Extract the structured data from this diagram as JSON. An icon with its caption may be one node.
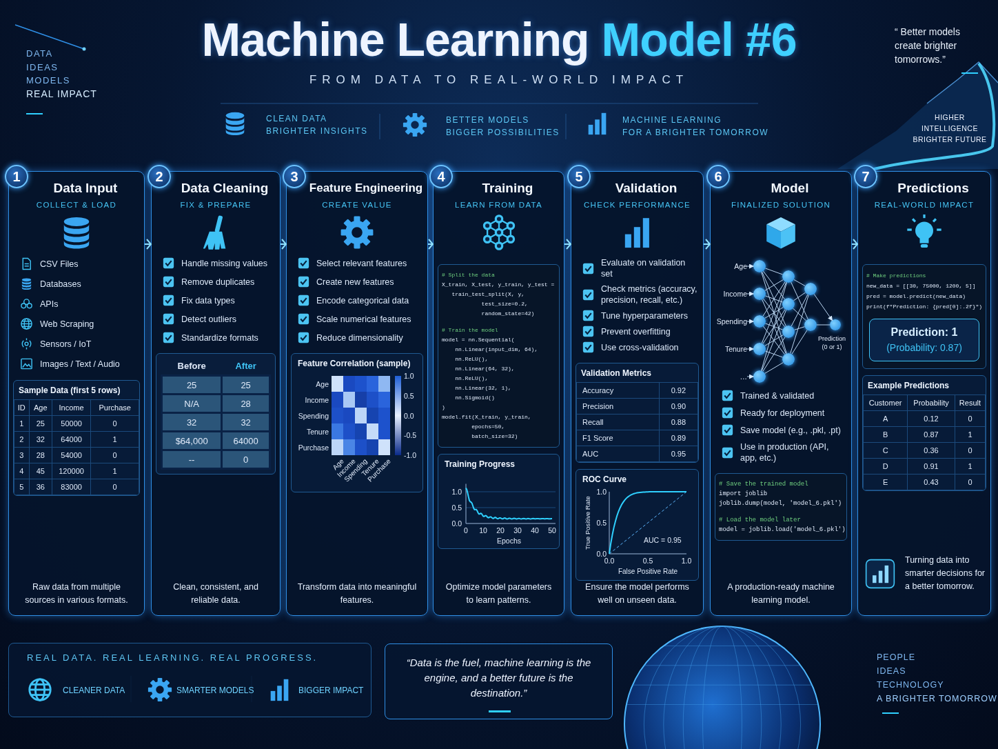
{
  "diagram": {
    "title": "Machine Learning Model #6",
    "nodes": [
      {
        "text": [
          "1",
          "Data Input",
          "COLLECT & LOAD",
          "CSV Files",
          "Databases",
          "APIs",
          "Web Scraping",
          "Sensors / IoT",
          "Images / Text / Audio",
          "Raw data from multiple sources in various formats."
        ]
      },
      {
        "text": [
          "Sample Data (first 5 rows)",
          "ID",
          "Age",
          "Income",
          "Purchase",
          "1",
          "25",
          "50000",
          "0",
          "2",
          "32",
          "64000",
          "1",
          "3",
          "28",
          "54000",
          "0",
          "4",
          "45",
          "120000",
          "1",
          "5",
          "36",
          "83000",
          "0"
        ],
        "in": 0
      },
      {
        "text": [
          "2",
          "Data Cleaning",
          "FIX & PREPARE",
          "Handle missing values",
          "Remove duplicates",
          "Fix data types",
          "Detect outliers",
          "Standardize formats",
          "Clean, consistent, and reliable data."
        ]
      },
      {
        "text": [
          "Before",
          "After",
          "25",
          "25",
          "N/A",
          "28",
          "32",
          "32",
          "$64,000",
          "64000",
          "--",
          "0"
        ],
        "in": 2
      },
      {
        "text": [
          "3",
          "Feature Engineering",
          "CREATE VALUE",
          "Select relevant features",
          "Create new features",
          "Encode categorical data",
          "Scale numerical features",
          "Reduce dimensionality",
          "Transform data into meaningful features."
        ]
      },
      {
        "text": [
          "Feature Correlation (sample)",
          "Age",
          "Income",
          "Spending",
          "Tenure",
          "Purchase",
          "1.0",
          "0.5",
          "0.0",
          "-0.5",
          "-1.0",
          "Age",
          "Income",
          "Spending",
          "Tenure",
          "Purchase"
        ],
        "in": 4
      },
      {
        "text": [
          "4",
          "Training",
          "LEARN FROM DATA",
          "Optimize model parameters to learn patterns."
        ]
      },
      {
        "text": [
          "# Split the data",
          "X_train, X_test, y_train, y_test =",
          "   train_test_split(X, y,",
          "            test_size=0.2,",
          "            random_state=42)",
          "# Train the model",
          "model = nn.Sequential(",
          "    nn.Linear(input_dim, 64),",
          "    nn.ReLU(),",
          "    nn.Linear(64, 32),",
          "    nn.ReLU(),",
          "    nn.Linear(32, 1),",
          "    nn.Sigmoid()",
          ")",
          "model.fit(X_train, y_train,",
          "         epochs=50,",
          "         batch_size=32)"
        ],
        "in": 6
      },
      {
        "text": [
          "Training Progress",
          "1.0",
          "0.5",
          "0.0",
          "0",
          "10",
          "20",
          "30",
          "40",
          "50",
          "Epochs"
        ],
        "in": 6
      },
      {
        "text": [
          "5",
          "Validation",
          "CHECK PERFORMANCE",
          "Evaluate on validation set",
          "Check metrics (accuracy, precision, recall, etc.)",
          "Tune hyperparameters",
          "Prevent overfitting",
          "Use cross-validation",
          "Ensure the model performs well on unseen data."
        ]
      },
      {
        "text": [
          "Validation Metrics",
          "Accuracy",
          "0.92",
          "Precision",
          "0.90",
          "Recall",
          "0.88",
          "F1 Score",
          "0.89",
          "AUC",
          "0.95"
        ],
        "in": 9
      },
      {
        "text": [
          "ROC Curve",
          "1.0",
          "0.5",
          "0.0",
          "True Positive Rate",
          "AUC = 0.95",
          "0.0",
          "0.5",
          "1.0",
          "False Positive Rate"
        ],
        "in": 9
      },
      {
        "text": [
          "6",
          "Model",
          "FINALIZED SOLUTION",
          "Trained & validated",
          "Ready for deployment",
          "Save model (e.g., .pkl, .pt)",
          "Use in production (API, app, etc.)",
          "A production-ready machine learning model."
        ]
      },
      {
        "text": [
          "Age"
        ],
        "in": 12
      },
      {
        "text": [
          "Income"
        ],
        "in": 12
      },
      {
        "text": [
          "Spending"
        ],
        "in": 12
      },
      {
        "text": [
          "Tenure"
        ],
        "in": 12
      },
      {
        "text": [
          "…"
        ],
        "in": 12
      },
      {
        "text": [],
        "shape": "circle",
        "in": 12
      },
      {
        "text": [],
        "shape": "circle",
        "in": 12
      },
      {
        "text": [],
        "shape": "circle",
        "in": 12
      },
      {
        "text": [],
        "shape": "circle",
        "in": 12
      },
      {
        "text": [],
        "shape": "circle",
        "in": 12
      },
      {
        "text": [],
        "shape": "circle",
        "in": 12
      },
      {
        "text": [],
        "shape": "circle",
        "in": 12
      },
      {
        "text": [],
        "shape": "circle",
        "in": 12
      },
      {
        "text": [],
        "shape": "circle",
        "in": 12
      },
      {
        "text": [],
        "shape": "circle",
        "in": 12
      },
      {
        "text": [],
        "shape": "circle",
        "in": 12
      },
      {
        "text": [],
        "shape": "circle",
        "in": 12,
        "beside": [
          "Prediction (0 or 1)"
        ]
      },
      {
        "text": [
          "# Save the trained model",
          "import joblib",
          "joblib.dump(model, 'model_6.pkl')",
          "# Load the model later",
          "model = joblib.load('model_6.pkl')"
        ],
        "in": 12
      },
      {
        "text": [
          "7",
          "Predictions",
          "REAL-WORLD IMPACT",
          "Turning data into smarter decisions for a better tomorrow."
        ]
      },
      {
        "text": [
          "# Make predictions",
          "new_data = [[30, 75000, 1200, 5]]",
          "pred = model.predict(new_data)",
          "print(f\"Prediction: {pred[0]:.2f}\")"
        ],
        "in": 31
      },
      {
        "text": [
          "Prediction: 1",
          "(Probability: 0.87)"
        ],
        "in": 32
      },
      {
        "text": [
          "Example Predictions",
          "Customer",
          "Probability",
          "Result",
          "A",
          "0.12",
          "0",
          "B",
          "0.87",
          "1",
          "C",
          "0.36",
          "0",
          "D",
          "0.91",
          "1",
          "E",
          "0.43",
          "0"
        ],
        "in": 31
      },
      {
        "text": [
          "REAL DATA. REAL LEARNING. REAL PROGRESS.",
          "CLEANER DATA",
          "SMARTER MODELS",
          "BIGGER IMPACT"
        ]
      },
      {
        "text": [
          "“Data is the fuel, machine learning is the engine, and a better future is the destination.”"
        ]
      }
    ],
    "edges": [
      {
        "from": 0,
        "to": 2,
        "arrow": "to"
      },
      {
        "from": 2,
        "to": 4,
        "arrow": "to"
      },
      {
        "from": 4,
        "to": 6,
        "arrow": "to"
      },
      {
        "from": 6,
        "to": 9,
        "arrow": "to"
      },
      {
        "from": 9,
        "to": 12,
        "arrow": "to"
      },
      {
        "from": 12,
        "to": 31,
        "arrow": "to"
      },
      {
        "from": 13,
        "to": 18,
        "arrow": "to"
      },
      {
        "from": 14,
        "to": 19,
        "arrow": "to"
      },
      {
        "from": 15,
        "to": 20,
        "arrow": "to"
      },
      {
        "from": 16,
        "to": 21,
        "arrow": "to"
      },
      {
        "from": 17,
        "to": 22,
        "arrow": "to"
      },
      {
        "from": 18,
        "to": 23,
        "arrow": "none"
      },
      {
        "from": 18,
        "to": 24,
        "arrow": "none"
      },
      {
        "from": 18,
        "to": 25,
        "arrow": "none"
      },
      {
        "from": 18,
        "to": 26,
        "arrow": "none"
      },
      {
        "from": 19,
        "to": 23,
        "arrow": "none"
      },
      {
        "from": 19,
        "to": 24,
        "arrow": "none"
      },
      {
        "from": 19,
        "to": 25,
        "arrow": "none"
      },
      {
        "from": 19,
        "to": 26,
        "arrow": "none"
      },
      {
        "from": 20,
        "to": 23,
        "arrow": "none"
      },
      {
        "from": 20,
        "to": 24,
        "arrow": "none"
      },
      {
        "from": 20,
        "to": 25,
        "arrow": "none"
      },
      {
        "from": 20,
        "to": 26,
        "arrow": "none"
      },
      {
        "from": 21,
        "to": 23,
        "arrow": "none"
      },
      {
        "from": 21,
        "to": 24,
        "arrow": "none"
      },
      {
        "from": 21,
        "to": 25,
        "arrow": "none"
      },
      {
        "from": 21,
        "to": 26,
        "arrow": "none"
      },
      {
        "from": 22,
        "to": 23,
        "arrow": "none"
      },
      {
        "from": 22,
        "to": 24,
        "arrow": "none"
      },
      {
        "from": 22,
        "to": 25,
        "arrow": "none"
      },
      {
        "from": 22,
        "to": 26,
        "arrow": "none"
      },
      {
        "from": 23,
        "to": 27,
        "arrow": "none"
      },
      {
        "from": 23,
        "to": 28,
        "arrow": "none"
      },
      {
        "from": 24,
        "to": 27,
        "arrow": "none"
      },
      {
        "from": 24,
        "to": 28,
        "arrow": "none"
      },
      {
        "from": 25,
        "to": 27,
        "arrow": "none"
      },
      {
        "from": 25,
        "to": 28,
        "arrow": "none"
      },
      {
        "from": 26,
        "to": 27,
        "arrow": "none"
      },
      {
        "from": 26,
        "to": 28,
        "arrow": "none"
      },
      {
        "from": 27,
        "to": 29,
        "arrow": "to"
      },
      {
        "from": 28,
        "to": 29,
        "arrow": "none"
      }
    ],
    "labels": [
      "DATA",
      "IDEAS",
      "MODELS",
      "REAL IMPACT",
      "FROM DATA TO REAL-WORLD IMPACT",
      "“ Better models create brighter tomorrows.”",
      "CLEAN DATA",
      "BRIGHTER INSIGHTS",
      "BETTER MODELS",
      "BIGGER POSSIBILITIES",
      "MACHINE LEARNING",
      "FOR A BRIGHTER TOMORROW",
      "HIGHER",
      "INTELLIGENCE",
      "BRIGHTER FUTURE",
      "PEOPLE",
      "IDEAS",
      "TECHNOLOGY",
      "A BRIGHTER TOMORROW"
    ]
  }
}
